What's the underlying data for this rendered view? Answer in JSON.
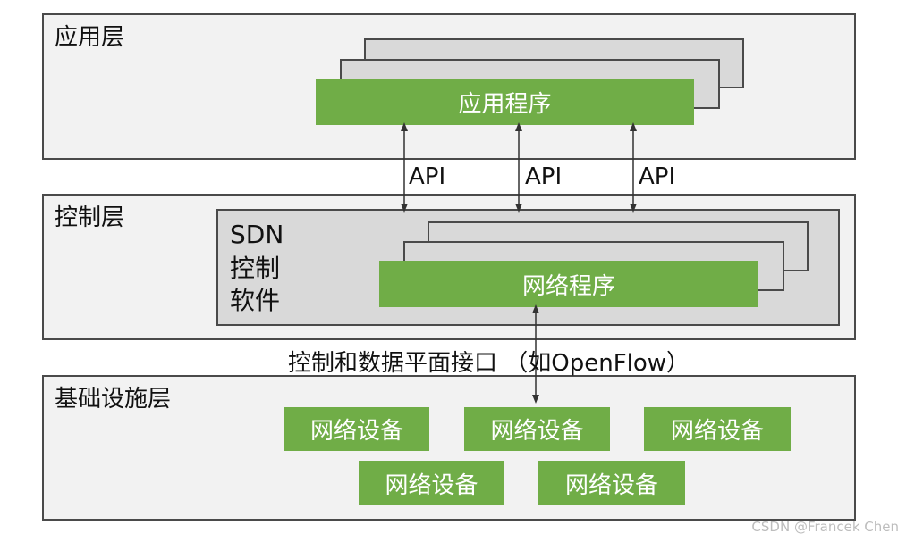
{
  "app_layer": {
    "title": "应用层",
    "program": "应用程序"
  },
  "control_layer": {
    "title": "控制层",
    "sdn_label_lines": [
      "SDN",
      "控制",
      "软件"
    ],
    "program": "网络程序"
  },
  "api_labels": [
    "API",
    "API",
    "API"
  ],
  "southbound_interface": "控制和数据平面接口 （如OpenFlow）",
  "infra_layer": {
    "title": "基础设施层",
    "devices": [
      "网络设备",
      "网络设备",
      "网络设备",
      "网络设备",
      "网络设备"
    ]
  },
  "watermark": "CSDN @Francek Chen",
  "colors": {
    "green": "#70ad47",
    "layer_bg": "#f2f2f2",
    "card_bg": "#d9d9d9",
    "border": "#4a4a4a"
  }
}
